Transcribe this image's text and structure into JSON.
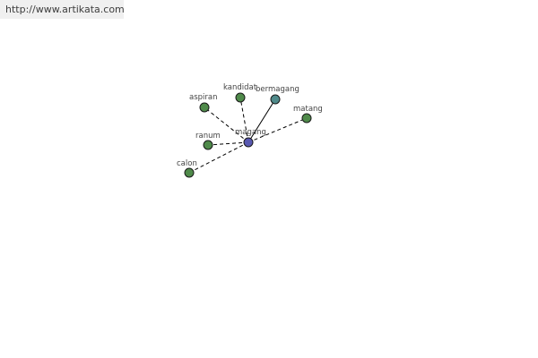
{
  "header": {
    "site_url": "http://www.artikata.com"
  },
  "graph": {
    "center": {
      "label": "magang",
      "color": "#5858b0"
    },
    "nodes": [
      {
        "id": "aspiran",
        "label": "aspiran",
        "color": "#4f8a4a",
        "edge": "dashed"
      },
      {
        "id": "kandidat",
        "label": "kandidat",
        "color": "#4f8a4a",
        "edge": "dashed"
      },
      {
        "id": "bermagang",
        "label": "bermagang",
        "color": "#4f8a8a",
        "edge": "solid"
      },
      {
        "id": "matang",
        "label": "matang",
        "color": "#4f8a4a",
        "edge": "dashed"
      },
      {
        "id": "ranum",
        "label": "ranum",
        "color": "#4f8a4a",
        "edge": "dashed"
      },
      {
        "id": "calon",
        "label": "calon",
        "color": "#4f8a4a",
        "edge": "dashed"
      }
    ]
  }
}
